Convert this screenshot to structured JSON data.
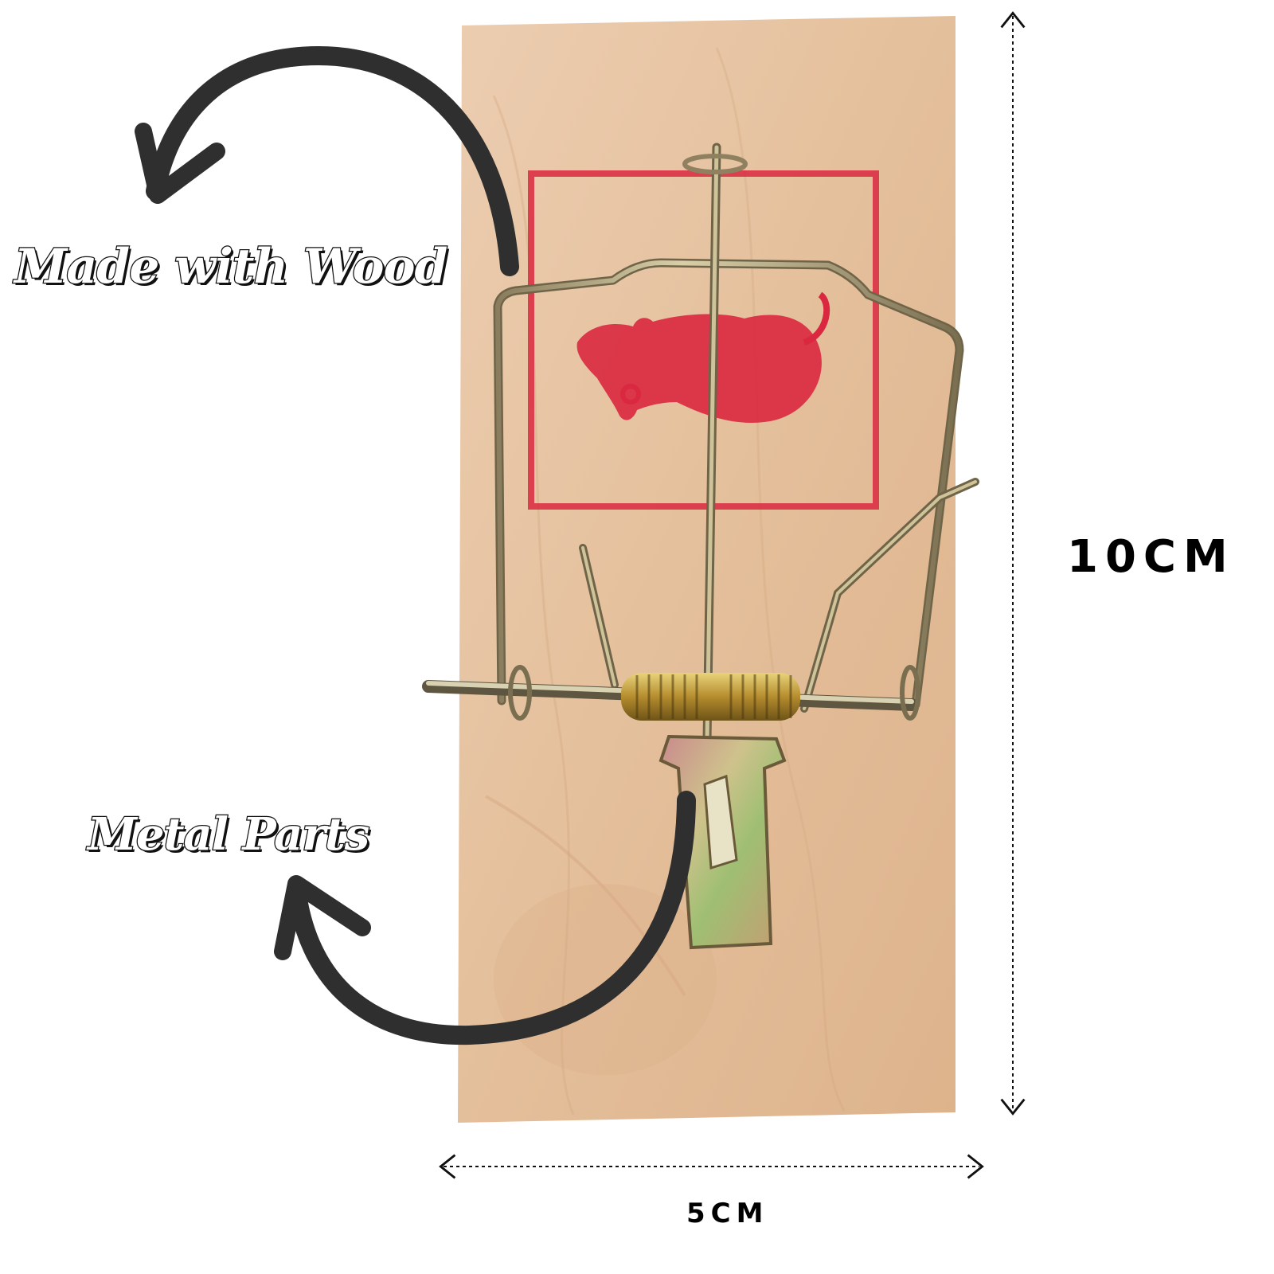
{
  "image": {
    "subject": "wooden mouse trap",
    "colors": {
      "background": "#ffffff",
      "wood": "#e6c29e",
      "print": "#d9283f",
      "metal": "#b8a274",
      "arrow": "#2f2f2f"
    }
  },
  "callouts": {
    "wood_label": "Made with Wood",
    "metal_label": "Metal Parts"
  },
  "dimensions": {
    "height_label": "10CM",
    "width_label": "5CM"
  }
}
